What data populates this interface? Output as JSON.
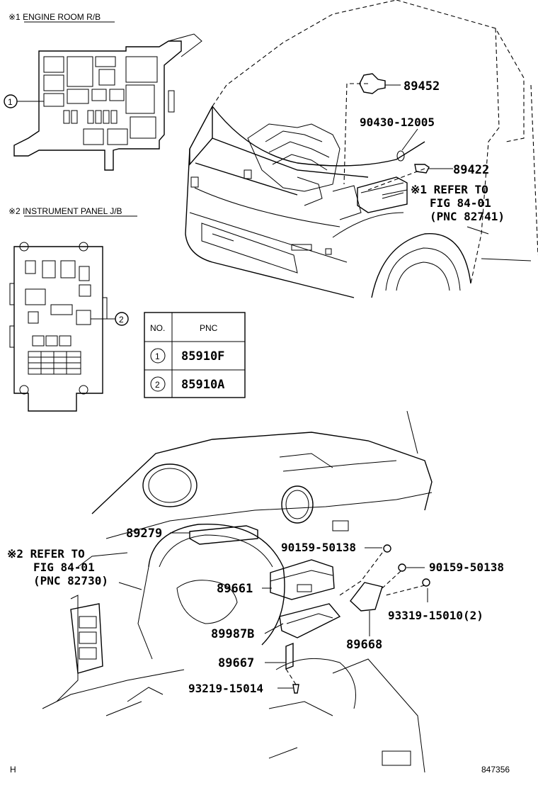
{
  "sections": {
    "engine_room": "※1  ENGINE ROOM R/B",
    "instrument_panel": "※2  INSTRUMENT PANEL J/B"
  },
  "callout_numbers": {
    "one": "1",
    "two": "2"
  },
  "table": {
    "headers": [
      "NO.",
      "PNC"
    ],
    "rows": [
      {
        "no": "1",
        "pnc": "85910F"
      },
      {
        "no": "2",
        "pnc": "85910A"
      }
    ]
  },
  "engine_parts": {
    "p89452": "89452",
    "p90430": "90430-12005",
    "p89422": "89422",
    "refer1_line1": "※1 REFER TO",
    "refer1_line2": "FIG 84-01",
    "refer1_line3": "(PNC 82741)"
  },
  "dash_parts": {
    "p89279": "89279",
    "refer2_line1": "※2 REFER TO",
    "refer2_line2": "FIG 84-01",
    "refer2_line3": "(PNC 82730)",
    "p90159_a": "90159-50138",
    "p90159_b": "90159-50138",
    "p89661": "89661",
    "p93319": "93319-15010(2)",
    "p89987B": "89987B",
    "p89668": "89668",
    "p89667": "89667",
    "p93219": "93219-15014"
  },
  "footer": {
    "left": "H",
    "right": "847356"
  }
}
